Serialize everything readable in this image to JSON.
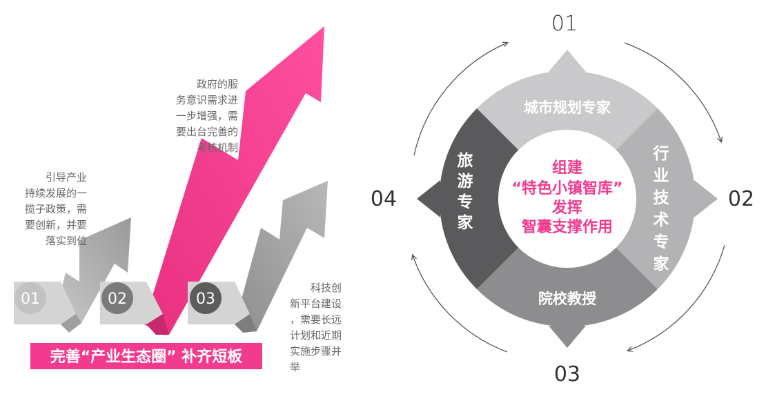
{
  "left": {
    "steps": [
      {
        "num": "01",
        "text": [
          "引导产业",
          "持续发展的一",
          "揽子政策，需",
          "要创新，并要",
          "落实到位"
        ]
      },
      {
        "num": "02",
        "text": [
          "政府的服",
          "务意识需求进",
          "一步增强，需",
          "要出台完善的",
          "考核机制"
        ]
      },
      {
        "num": "03",
        "text": [
          "科技创",
          "新平台建设",
          "，需要长远",
          "计划和近期",
          "实施步骤并",
          "举"
        ]
      }
    ],
    "banner": "完善“产业生态圈” 补齐短板"
  },
  "right": {
    "center": [
      "组建",
      "“特色小镇智库”",
      "发挥",
      "智囊支撑作用"
    ],
    "quadrants": {
      "top": "城市规划专家",
      "right": "行业技术专家",
      "bottom": "院校教授",
      "left": "旅游专家"
    },
    "numbers": {
      "top": "01",
      "right": "02",
      "bottom": "03",
      "left": "04"
    }
  },
  "colors": {
    "pink": "#f23b8f",
    "dark": "#5a5a5c",
    "mid": "#8a8a8c",
    "light": "#b5b5b7",
    "pale": "#c9c9cb"
  }
}
